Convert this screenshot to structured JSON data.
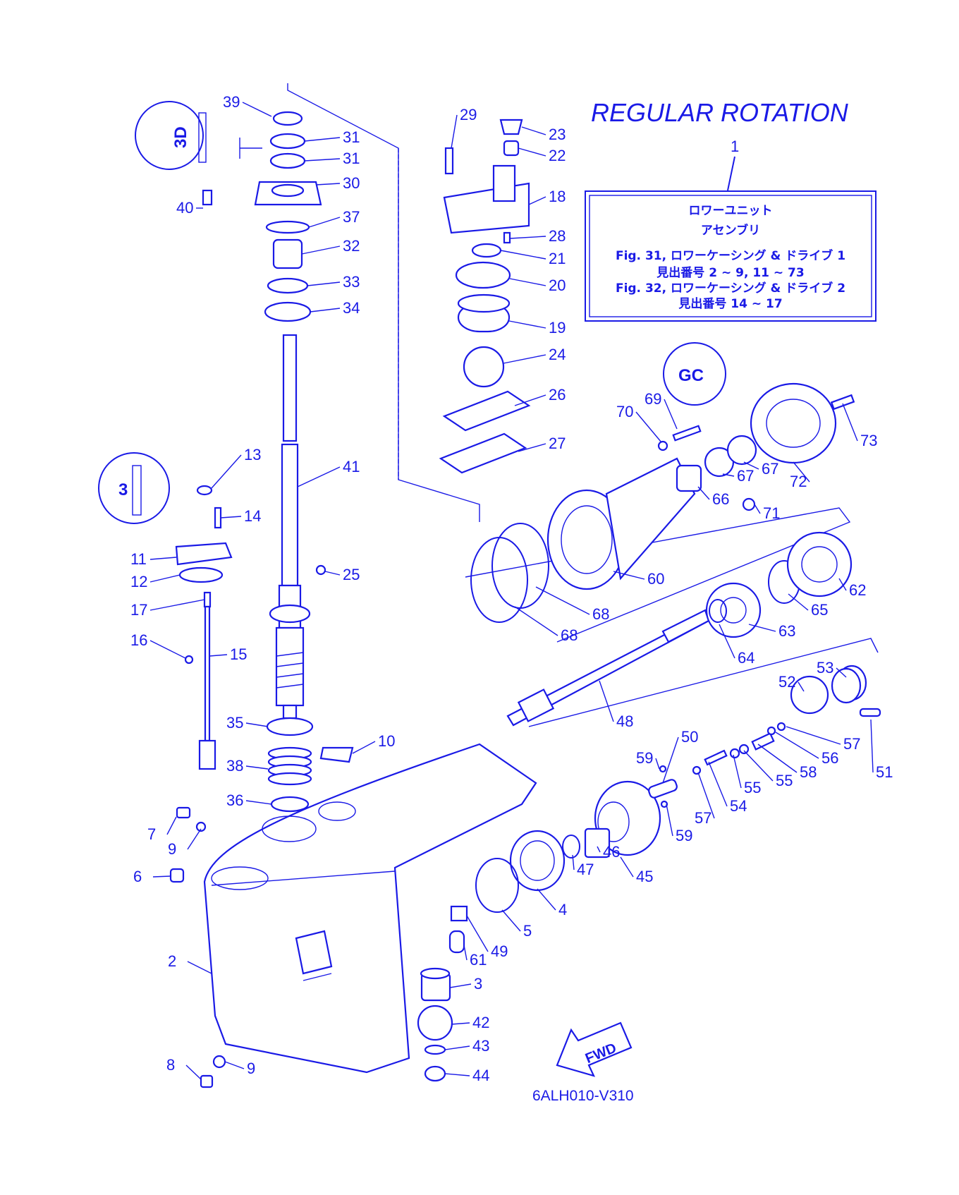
{
  "title": "REGULAR ROTATION",
  "assembly": {
    "ref": "1",
    "line1": "ロワーユニット",
    "line2": "アセンブリ",
    "line3": "Fig. 31, ロワーケーシング & ドライブ 1",
    "line4": "見出番号 2 ~ 9,  11 ~ 73",
    "line5": "Fig. 32, ロワーケーシング & ドライブ 2",
    "line6": "見出番号 14 ~ 17"
  },
  "diagram_code": "6ALH010-V310",
  "fwd_label": "FWD",
  "lube_symbols": {
    "top_left": "3D",
    "mid_left": "3",
    "right": "GC"
  },
  "callouts": [
    "39",
    "31",
    "31",
    "30",
    "40",
    "37",
    "32",
    "33",
    "34",
    "29",
    "23",
    "22",
    "18",
    "28",
    "21",
    "20",
    "19",
    "24",
    "26",
    "27",
    "13",
    "14",
    "11",
    "12",
    "17",
    "16",
    "15",
    "41",
    "25",
    "70",
    "69",
    "73",
    "67",
    "67",
    "72",
    "66",
    "71",
    "60",
    "68",
    "68",
    "62",
    "65",
    "63",
    "64",
    "53",
    "52",
    "57",
    "56",
    "58",
    "51",
    "48",
    "50",
    "59",
    "55",
    "55",
    "54",
    "57",
    "59",
    "45",
    "46",
    "47",
    "35",
    "10",
    "38",
    "36",
    "7",
    "9",
    "6",
    "2",
    "4",
    "5",
    "49",
    "61",
    "3",
    "42",
    "43",
    "44",
    "8",
    "9"
  ],
  "colors": {
    "ink": "#1a1ae6",
    "paper": "#ffffff"
  }
}
